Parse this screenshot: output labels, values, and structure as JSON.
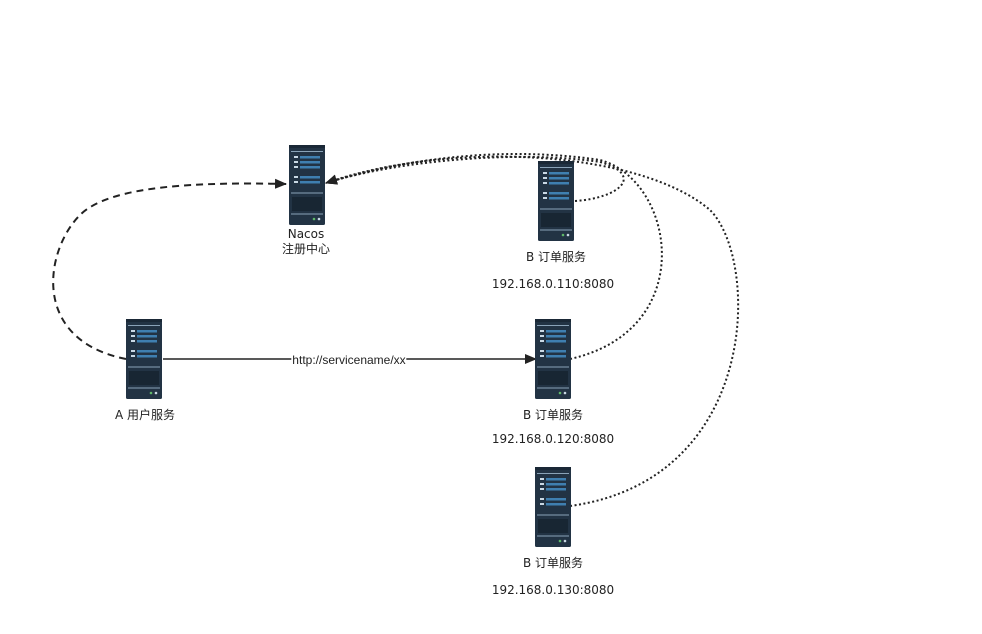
{
  "diagram": {
    "nodes": [
      {
        "id": "nacos",
        "icon": "server-icon",
        "label_lines": [
          "Nacos",
          "注册中心"
        ],
        "address": ""
      },
      {
        "id": "user-service",
        "icon": "server-icon",
        "label_lines": [
          "A 用户服务"
        ],
        "address": ""
      },
      {
        "id": "order-110",
        "icon": "server-icon",
        "label_lines": [
          "B 订单服务"
        ],
        "address": "192.168.0.110:8080"
      },
      {
        "id": "order-120",
        "icon": "server-icon",
        "label_lines": [
          "B 订单服务"
        ],
        "address": "192.168.0.120:8080"
      },
      {
        "id": "order-130",
        "icon": "server-icon",
        "label_lines": [
          "B 订单服务"
        ],
        "address": "192.168.0.130:8080"
      }
    ],
    "edges": [
      {
        "from": "user-service",
        "to": "nacos",
        "style": "dashed",
        "arrow": true,
        "label": ""
      },
      {
        "from": "user-service",
        "to": "order-120",
        "style": "solid",
        "arrow": true,
        "label": "http://servicename/xx"
      },
      {
        "from": "order-110",
        "to": "nacos",
        "style": "dotted",
        "arrow": true,
        "label": ""
      },
      {
        "from": "order-120",
        "to": "nacos",
        "style": "dotted",
        "arrow": true,
        "label": ""
      },
      {
        "from": "order-130",
        "to": "nacos",
        "style": "dotted",
        "arrow": true,
        "label": ""
      }
    ]
  },
  "colors": {
    "server_body": "#223344",
    "server_stripe": "#3f7fb0",
    "line": "#222222"
  }
}
